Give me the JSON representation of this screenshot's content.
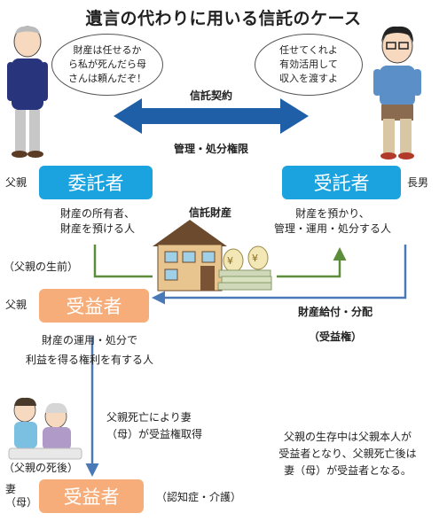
{
  "title": "遺言の代わりに用いる信託のケース",
  "speech": {
    "father": [
      "財産は任せるか",
      "ら私が死んだら母",
      "さんは頼んだぞ！"
    ],
    "son": [
      "任せてくれよ",
      "有効活用して",
      "収入を渡すよ"
    ]
  },
  "contract": {
    "top_label": "信託契約",
    "bottom_label": "管理・処分権限"
  },
  "settlor": {
    "role_prefix": "父親",
    "label": "委託者",
    "desc": [
      "財産の所有者、",
      "財産を預ける人"
    ]
  },
  "trustee": {
    "role_suffix": "長男",
    "label": "受託者",
    "desc": [
      "財産を預かり、",
      "管理・運用・処分する人"
    ]
  },
  "trust_property_label": "信託財産",
  "beneficiary_1": {
    "period": "（父親の生前）",
    "role_prefix": "父親",
    "label": "受益者",
    "desc": [
      "財産の運用・処分で",
      "利益を得る権利を有する人"
    ]
  },
  "distribution": {
    "label": "財産給付・分配",
    "sub_label": "（受益権）"
  },
  "transfer_note": [
    "父親死亡により妻",
    "（母）が受益権取得"
  ],
  "beneficiary_2": {
    "period": "（父親の死後）",
    "role_prefix": [
      "妻",
      "（母）"
    ],
    "label": "受益者",
    "note": "（認知症・介護）"
  },
  "summary": [
    "父親の生存中は父親本人が",
    "受益者となり、父親死亡後は",
    "妻（母）が受益者となる。"
  ],
  "colors": {
    "entrust_blue": "#1aa3de",
    "beneficiary_orange": "#f6ad7a",
    "arrow_blue": "#1f5fa8",
    "flow_green": "#5c8d3a"
  }
}
